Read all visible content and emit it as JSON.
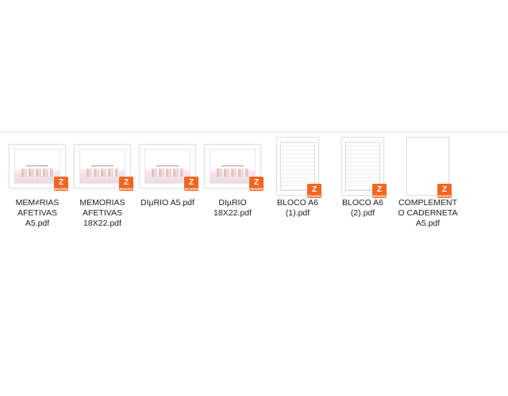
{
  "files": [
    {
      "name": "MEM≠RIAS AFETIVAS A5.pdf",
      "thumb": "landscape"
    },
    {
      "name": "MEMORIAS AFETIVAS 18X22.pdf",
      "thumb": "landscape"
    },
    {
      "name": "DIµRIO A5.pdf",
      "thumb": "landscape"
    },
    {
      "name": "DIµRIO 18X22.pdf",
      "thumb": "landscape"
    },
    {
      "name": "BLOCO A6 (1).pdf",
      "thumb": "portrait"
    },
    {
      "name": "BLOCO A6 (2).pdf",
      "thumb": "portrait"
    },
    {
      "name": "COMPLEMENTO CADERNETA A5.pdf",
      "thumb": "blank"
    }
  ],
  "badge": {
    "icon": "pdf-reader-icon",
    "text": "READER",
    "color": "#f26722"
  }
}
